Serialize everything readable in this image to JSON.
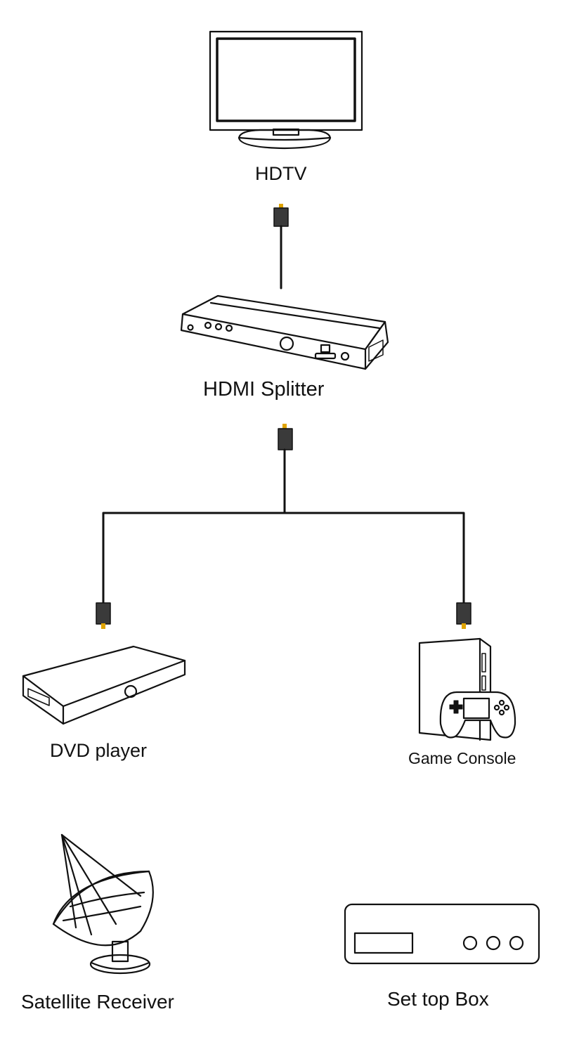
{
  "devices": {
    "hdtv": {
      "label": "HDTV"
    },
    "splitter": {
      "label": "HDMI Splitter"
    },
    "dvd": {
      "label": "DVD player"
    },
    "game": {
      "label": "Game Console"
    },
    "satellite": {
      "label": "Satellite Receiver"
    },
    "settop": {
      "label": "Set top Box"
    }
  },
  "colors": {
    "line": "#111111",
    "connector_tip": "#e0a400",
    "connector_body": "#3a3a3a"
  }
}
